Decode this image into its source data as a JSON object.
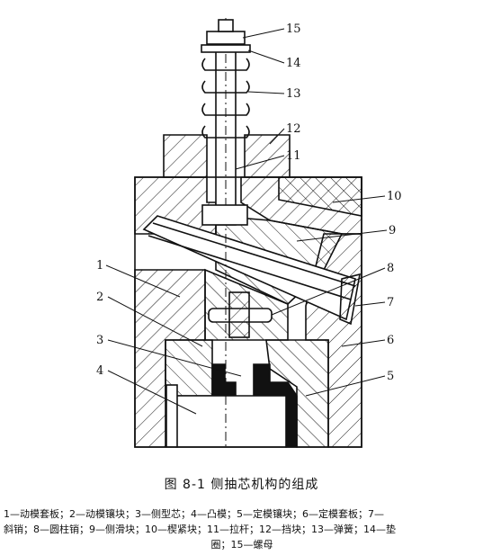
{
  "figure": {
    "callouts": [
      {
        "number": "1"
      },
      {
        "number": "2"
      },
      {
        "number": "3"
      },
      {
        "number": "4"
      },
      {
        "number": "5"
      },
      {
        "number": "6"
      },
      {
        "number": "7"
      },
      {
        "number": "8"
      },
      {
        "number": "9"
      },
      {
        "number": "10"
      },
      {
        "number": "11"
      },
      {
        "number": "12"
      },
      {
        "number": "13"
      },
      {
        "number": "14"
      },
      {
        "number": "15"
      }
    ],
    "caption": "图 8-1 侧抽芯机构的组成",
    "legend_lines": [
      "1—动模套板；2—动模镶块；3—侧型芯；4—凸模；5—定模镶块；6—定模套板；7—",
      "斜销；8—圆柱销；9—侧滑块；10—楔紧块；11—拉杆；12—挡块；13—弹簧；14—垫",
      "圈；15—螺母"
    ]
  },
  "colors": {
    "line": "#111111",
    "background": "#ffffff"
  }
}
